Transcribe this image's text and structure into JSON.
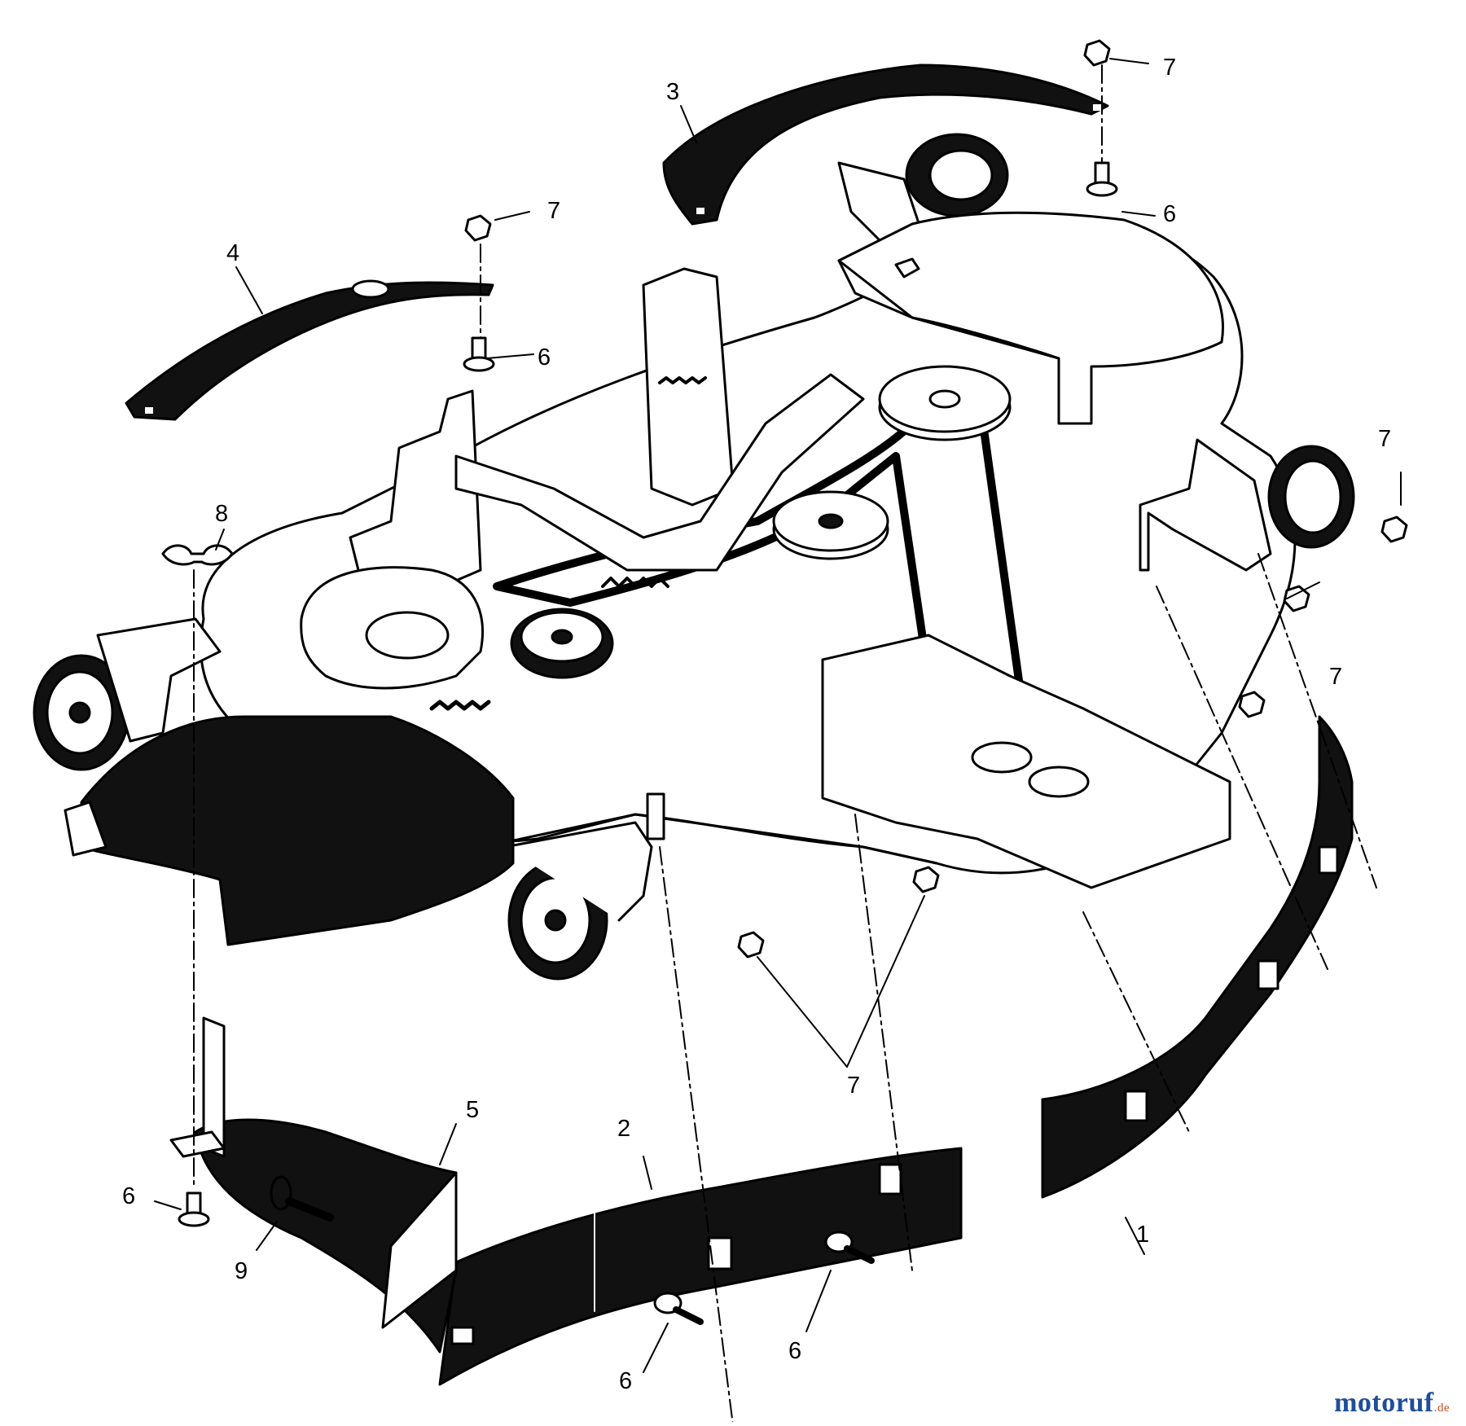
{
  "callouts": {
    "c1": "1",
    "c2": "2",
    "c3": "3",
    "c4": "4",
    "c5": "5",
    "c6_top_right": "6",
    "c6_top_left": "6",
    "c6_bottom_left": "6",
    "c6_bottom_mid": "6",
    "c6_bottom_right": "6",
    "c7_top_right": "7",
    "c7_top_left": "7",
    "c7_right_wheel": "7",
    "c7_right_mid": "7",
    "c7_bottom_center": "7",
    "c8": "8",
    "c9": "9"
  },
  "watermark": {
    "brand": "motoruf",
    "tld": ".de"
  },
  "colors": {
    "ink": "#000000",
    "paper": "#ffffff",
    "shade": "#1a1a1a",
    "brand": "#1f4e9a"
  }
}
